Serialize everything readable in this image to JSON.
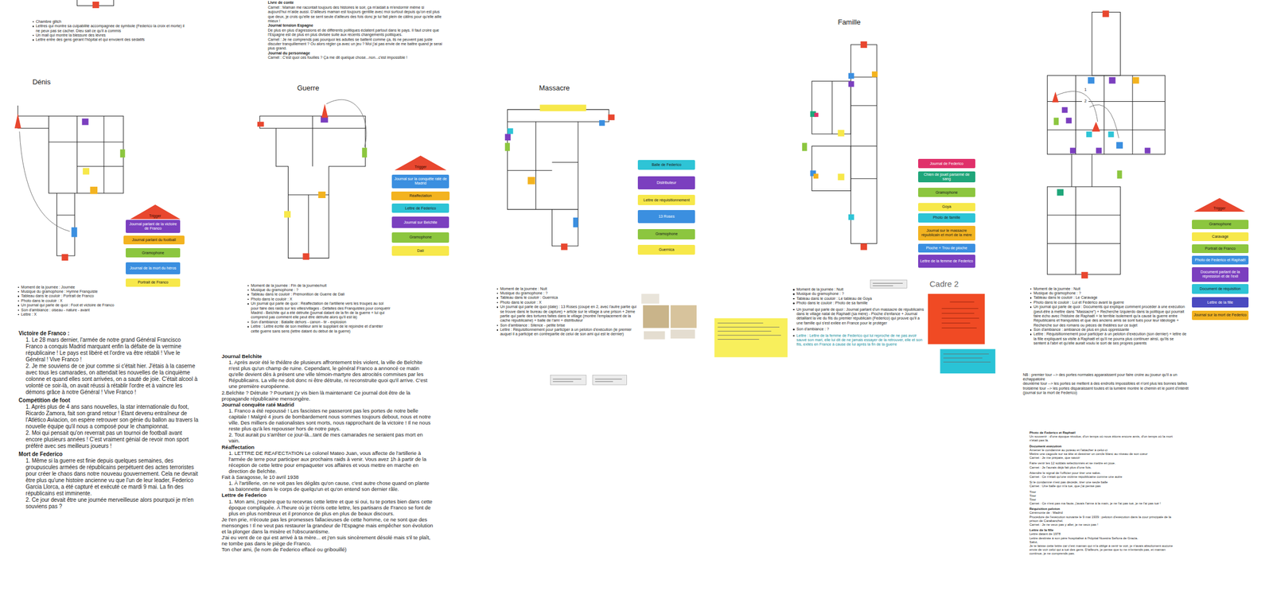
{
  "diagram": {
    "nodes": [
      {
        "text": [
          "Trigger"
        ]
      },
      {
        "text": [
          "Journal parlant de la victoire de Franco"
        ]
      },
      {
        "text": [
          "Journal parlant du football"
        ]
      },
      {
        "text": [
          "Gramophone"
        ]
      },
      {
        "text": [
          "Journal de la mort du héros"
        ]
      },
      {
        "text": [
          "Portrait de Franco"
        ]
      },
      {
        "text": [
          "Trigger"
        ]
      },
      {
        "text": [
          "Journal sur la conquête raté de Madrid"
        ]
      },
      {
        "text": [
          "Réaffectation"
        ]
      },
      {
        "text": [
          "Lettre de Federico"
        ]
      },
      {
        "text": [
          "Journal sur Belchite"
        ]
      },
      {
        "text": [
          "Gramophone"
        ]
      },
      {
        "text": [
          "Dalí"
        ]
      },
      {
        "text": [
          "Balle de Federico"
        ]
      },
      {
        "text": [
          "Distributeur"
        ]
      },
      {
        "text": [
          "Lettre de réquisitionnement"
        ]
      },
      {
        "text": [
          "13 Roses"
        ]
      },
      {
        "text": [
          "Gramophone"
        ]
      },
      {
        "text": [
          "Guernica"
        ]
      },
      {
        "text": [
          "Journal de Federico"
        ]
      },
      {
        "text": [
          "Chien de jouet parsemé de sang"
        ]
      },
      {
        "text": [
          "Gramophone"
        ]
      },
      {
        "text": [
          "Goya"
        ]
      },
      {
        "text": [
          "Photo de famille"
        ]
      },
      {
        "text": [
          "Journal sur le massacre républicain et mort de la mère"
        ]
      },
      {
        "text": [
          "Pioche + Trou de pioche"
        ]
      },
      {
        "text": [
          "Lettre de la femme de Federico"
        ]
      },
      {
        "text": [
          "Trigger"
        ]
      },
      {
        "text": [
          "Gramophone"
        ]
      },
      {
        "text": [
          "Caravage"
        ]
      },
      {
        "text": [
          "Portrait de Franco"
        ]
      },
      {
        "text": [
          "Photo de Federico et Raphaël"
        ]
      },
      {
        "text": [
          "Document parlant de la répression et de l'exil"
        ]
      },
      {
        "text": [
          "Document de réquisition"
        ]
      },
      {
        "text": [
          "Lettre de la fille"
        ]
      },
      {
        "text": [
          "Journal sur la mort de Federico"
        ]
      }
    ],
    "labels": [
      "Dénis",
      "Guerre",
      "Massacre",
      "Famille",
      "Cadre 2",
      "Chambre glitch",
      "Lettres qui montre sa culpabilité accompagnée de symbole (Federico la croix et morte) il ne peux pas se cacher. Dieu sait ce qu'il a commis",
      "Un mail qui montre la blessure des lèvres",
      "Lettre entre des gens gérant l'hôpital et qui envoient des sédatifs",
      "Livre de conte",
      "Carnet : Maman me racontait toujours des histoires le soir, ça m'aidait à m'endormir même si aujourd'hui m'aide aussi. D'ailleurs maman est toujours gentille avec moi surtout depuis qu'on est plus que deux, je crois qu'elle se sent seule d'ailleurs des fois donc je lui fait plein de câlins pour qu'elle aille mieux !",
      "Journal tension Espagne",
      "De plus en plus d'agressions et de différents politiques éclatent partout dans le pays. Il faut croire que l'Espagne est de plus en plus divisée suite aux récents changements politiques.",
      "Carnet : Je ne comprends pas pourquoi les adultes se battent comme ça, ils ne peuvent pas juste discuter tranquillement ? Ou alors régler ça avec un jeu ? Moi j'ai pas envie de me battre quand je serai plus grand.",
      "Journal du personnage",
      "Carnet : C'est quoi ces fouilles ? Ça me dit quelque chose...non...c'est impossible !",
      "Moment de la journée : Journée",
      "Musique du gramophone : Hymne Franquiste",
      "Tableau dans le couloir : Portrait de Franco",
      "Photo dans le couloir : X",
      "Un journal qui parle de quoi : Foot et victoire de Franco",
      "Son d'ambiance : oiseau - nature - avant",
      "Lettre : X",
      "Victoire de Franco :",
      "1. Le 28 mars dernier, l'armée de notre grand Général Francisco Franco a conquis Madrid marquant enfin la défaite de la vermine républicaine ! Le pays est libéré et l'ordre va être rétabli ! Vive le Général ! Vive Franco !",
      "2. Je me souviens de ce jour comme si c'était hier. J'étais à la caserne avec tous les camarades, on attendait les nouvelles de la cinquième colonne et quand elles sont arrivées, on a sauté de joie. C'était alcool à volonté ce soir-là, on avait réussi à rétablir l'ordre et à vaincre les démons grâce à notre Général ! Vive Franco !",
      "Compétition de foot",
      "1. Après plus de 4 ans sans nouvelles, la star internationale du foot, Ricardo Zamora, fait son grand retour ! Étant devenu entraîneur de l'Atlético Aviacion, on espère retrouver son génie du ballon au travers la nouvelle équipe qu'il nous a composé pour le championnat.",
      "2. Moi qui pensait qu'on reverrait pas un tournoi de football avant encore plusieurs années ! C'est vraiment génial de revoir mon sport préféré avec ses meilleurs joueurs !",
      "Mort de Federico",
      "1. Même si la guerre est finie depuis quelques semaines, des groupuscules armées de républicains perpétuent des actes terroristes pour créer le chaos dans notre nouveau gouvernement. Cela ne devrait être plus qu'une histoire ancienne vu que l'un de leur leader, Federico Garcia Llorca, a été capturé et exécuté ce mardi 9 mai. La fin des républicains est imminente.",
      "2. Ce jour devait être une journée merveilleuse alors pourquoi je m'en souviens pas ?",
      "Moment de la journée : Fin de la journée/nuit",
      "Musique du gramophone : ?",
      "Tableau dans le couloir : Prémonition de Guerre de Dali",
      "Photo dans le couloir : X",
      "Un journal qui parle de quoi : Réaffectation de l'artillerie vers les troupes au sol pour faire des raids sur les villes/villages - Défaites des Franquistes pour conquérir Madrid - Belchite qui a été détruite (journal datant de la fin de la guerre + lui qui comprend pas comment elle peut être détruite alors qu'il est là)",
      "Son d'ambiance : Bataille dehors - canon - tir - explosion",
      "Lettre : Lettre écrite de son meilleur ami le suppliant de le rejoindre et d'arrêter cette guerre sans sens (lettre datant du début de la guerre)",
      "Journal Belchite",
      "1. Après avoir été le théâtre de plusieurs affrontement très violent, la ville de Belchite n'est plus qu'un champ de ruine. Cependant, le général Franco a annoncé ce matin qu'elle devient dès à présent une ville témoin-martyre des atrocités commises par les Républicains. La ville ne doit donc ni être détruite, ni reconstruite quoi qu'il arrive. C'est une première européenne.",
      "2.Belchite ? Détruite ? Pourtant j'y vis bien là maintenant! Ce journal doit être de la propagande républicaine mensongère.",
      "Journal conquête raté Madrid",
      "1. Franco a été repoussé ! Les fascistes ne passeront pas les portes de notre belle capitale ! Malgré 4 jours de bombardement nous sommes toujours debout, nous et notre ville. Des milliers de nationalistes sont morts, nous rapprochant de la victoire ! Il ne nous reste plus qu'à les repousser hors de notre pays.",
      "2. Tout aurait pu s'arrêter ce jour-là...tant de mes camarades ne seraient pas mort en vain.",
      "Réaffectation",
      "1. LETTRE DE REAFECTATION Le colonel Mateo Juan, vous affecte de l'artillerie à l'armée de terre pour participer aux prochains raids à venir. Vous avez 1h à partir de la réception de cette lettre pour empaqueter vos affaires et vous mettre en marche en direction de Belchite.",
      "Fait à Saragosse, le 10 avril 1938",
      "1. À l'artillerie, on ne voit pas les dégâts qu'on cause, c'est autre chose quand on plante sa baïonnette dans le corps de quelqu'un et qu'on entend son dernier râle.",
      "Lettre de Federico",
      "1. Mon ami, j'espère que tu recevras cette lettre et que si oui, tu te portes bien dans cette époque compliquée. À l'heure où je t'écris cette lettre, les partisans de Franco se font de plus en plus nombreux et il prononce de plus en plus de beaux discours.",
      "Je t'en prie, n'écoute pas les promesses fallacieuses de cette homme, ce ne sont que des mensonges ! Il ne veut pas restaurer la grandeur de l'Espagne mais empêcher son évolution et la plonger dans la misère et l'obscurantisme.",
      "J'ai eu vent de ce qui est arrivé à ta mère... et j'en suis sincèrement désolé mais s'il te plaît, ne tombe pas dans le piège de Franco.",
      "Ton cher ami, (le nom de Federico effacé ou gribouillé)",
      "Moment de la journée : Nuit",
      "Musique du gramophone : ?",
      "Tableau dans le couloir : Guernica",
      "Photo dans le couloir : X",
      "Un journal qui parle de quoi (date) : 13 Roses (coupé en 2, avec l'autre partie qui se trouve dans le bureau de capture) + article sur le village à une prison + 2ème partie qui parle des tortures faites dans le village (montre l'emplacement de la cache républicaine) + balle de l'ami + distributeur",
      "Son d'ambiance : Silence - petite brise",
      "Lettre : Réquisitionnement pour participer à un peloton d'exécution (le premier auquel il a participé en contrepartie de celui de son ami qui est le dernier)",
      "Moment de la journée : Nuit",
      "Musique du gramophone : ?",
      "Tableau dans le couloir : Le tableau de Goya",
      "Photo dans le couloir : Photo de sa famille",
      "Un journal qui parle de quoi : Journal parlant d'un massacre de républicains dans le village natal de Raphaël (sa mère) - Pioche d'enfance + Journal détaillant la vie du fils du premier républicain (Federico) qui prouve qu'il a une famille qui s'est exilée en France pour le protéger",
      "Son d'ambiance : ?",
      "Lettre : Lettre de la femme de Federico qui lui reproche de ne pas avoir sauvé son mari, elle lui dit de ne jamais essayer de la retrouver, elle et son fils, exilés en France à cause de lui après la fin de la guerre",
      "Moment de la journée : Nuit",
      "Musique du gramophone : ?",
      "Tableau dans le couloir : Le Caravage",
      "Photo dans le couloir : Lui et Federico avant la guerre",
      "Un journal qui parle de quoi : Documents qui explique comment procéder à une exécution (peut-être à mettre dans \"Massacre\") + Recherche Izquierdo dans la politique qui pourrait faire écho avec l'histoire de Raphaël + le terrible isolement qu'a causé la guerre entre Républicains et franquistes et que des anciens amis se sont tués pour leur idéologie + Recherche sur des romans ou pièces de théâtres sur ce sujet",
      "Son d'ambiance : ambiance de plus en plus oppressante",
      "Lettre : Réquisitionnement pour participer à un peloton d'exécution (son dernier) + lettre de la fille expliquant sa visite à Raphaël et qu'il ne pourra plus continuer ainsi, qu'ils se sentent à l'abri et qu'elle aurait voulu le sort de ses propres parents",
      "NB : premier tour --> des portes normales apparaissent pour faire croire au joueur qu'il a un échappatoire",
      "deuxième tour --> les portes se mettent à des endroits impossibles et n'ont plus les bonnes tailles",
      "troisième tour --> les portes disparaissent toutes et la lumière montre le chemin et le point d'intérêt (journal sur la mort de Federico)",
      "Photo de Federico et Raphaël",
      "Un souvenir : d'une époque révolue, d'un temps où nous étions encore amis, d'un temps où la mort n'était pas là.",
      "Document exécution",
      "Amener le condamné au poteau et l'attacher à celui-ci",
      "Mettre une cagoule sur sa tête et dessiner un cercle blanc au niveau de son cœur",
      "Carnet : Je me prépare, que savoir",
      "Faire venir les 12 soldats sélectionnés et se mettre en joue.",
      "Carnet : Je l'aurais déjà fait plus d'une fois.",
      "Attendre le signal de l'officier pour tirer une salve.",
      "Carnet : Ce n'était qu'une victime républicaine comme une autre",
      "Si le condamné n'est pas décédé, tirer une seule balle",
      "Carnet : Une balle qui m'a tué, que j'ai pensé pas",
      "Tirer",
      "Tirer",
      "Tirer",
      "Carnet : Ce n'est pas ma faute, j'avais l'arme à la main, je ne l'ai pas tué, je ne l'ai pas tué !",
      "Réquisition peloton",
      "Cérémonie de : Madrid",
      "Procédure de l'exécution suivante le 9 mai 1939 : peloton d'exécution dans la cour principale de la prison de Carabanchel.",
      "Carnet : Je ne veux pas y aller, je ne veux pas !",
      "Lettre de la fille",
      "Lettre datant de 1978",
      "Lettre destinée à son père hospitalisé à l'hôpital Nuestra Señora de Gracia.",
      "Salut,",
      "Je te laisse cette lettre car c'est maman qui m'a obligé à venir te voir, je n'avais absolument aucune envie de voir celui qui a tué des gens. D'ailleurs, je pense que tu ne m'entends pas, et maman continue, je ne comprends pas.",
      "1",
      "2"
    ]
  }
}
